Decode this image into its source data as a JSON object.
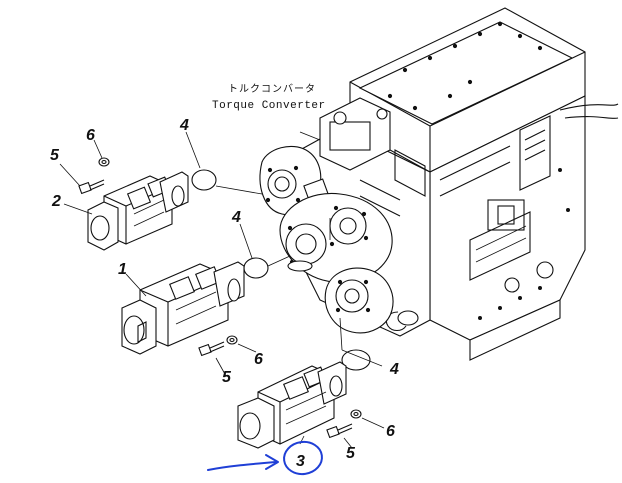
{
  "diagram": {
    "converter_label_jp": "トルクコンバータ",
    "converter_label_en": "Torque Converter",
    "callouts": [
      {
        "id": "c1",
        "text": "1"
      },
      {
        "id": "c2",
        "text": "2"
      },
      {
        "id": "c3",
        "text": "3"
      },
      {
        "id": "c4a",
        "text": "4"
      },
      {
        "id": "c4b",
        "text": "4"
      },
      {
        "id": "c4c",
        "text": "4"
      },
      {
        "id": "c5a",
        "text": "5"
      },
      {
        "id": "c5b",
        "text": "5"
      },
      {
        "id": "c5c",
        "text": "5"
      },
      {
        "id": "c6a",
        "text": "6"
      },
      {
        "id": "c6b",
        "text": "6"
      },
      {
        "id": "c6c",
        "text": "6"
      }
    ],
    "highlight": {
      "part": "3",
      "color": "#1f3fd6"
    }
  }
}
